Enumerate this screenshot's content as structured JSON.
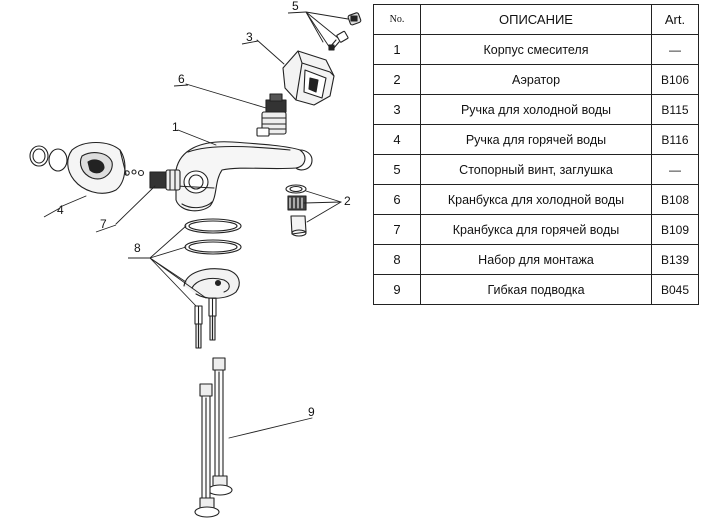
{
  "table": {
    "headers": {
      "no": "No.",
      "description": "ОПИСАНИЕ",
      "art": "Art."
    },
    "rows": [
      {
        "no": "1",
        "description": "Корпус смесителя",
        "art": "—"
      },
      {
        "no": "2",
        "description": "Аэратор",
        "art": "B106"
      },
      {
        "no": "3",
        "description": "Ручка для холодной воды",
        "art": "B115"
      },
      {
        "no": "4",
        "description": "Ручка для горячей воды",
        "art": "B116"
      },
      {
        "no": "5",
        "description": "Стопорный винт, заглушка",
        "art": "—"
      },
      {
        "no": "6",
        "description": "Кранбукса для холодной воды",
        "art": "B108"
      },
      {
        "no": "7",
        "description": "Кранбукса для горячей воды",
        "art": "B109"
      },
      {
        "no": "8",
        "description": "Набор для монтажа",
        "art": "B139"
      },
      {
        "no": "9",
        "description": "Гибкая подводка",
        "art": "B045"
      }
    ]
  },
  "callouts": {
    "c1": "1",
    "c2": "2",
    "c3": "3",
    "c4": "4",
    "c5": "5",
    "c6": "6",
    "c7": "7",
    "c8": "8",
    "c9": "9"
  }
}
